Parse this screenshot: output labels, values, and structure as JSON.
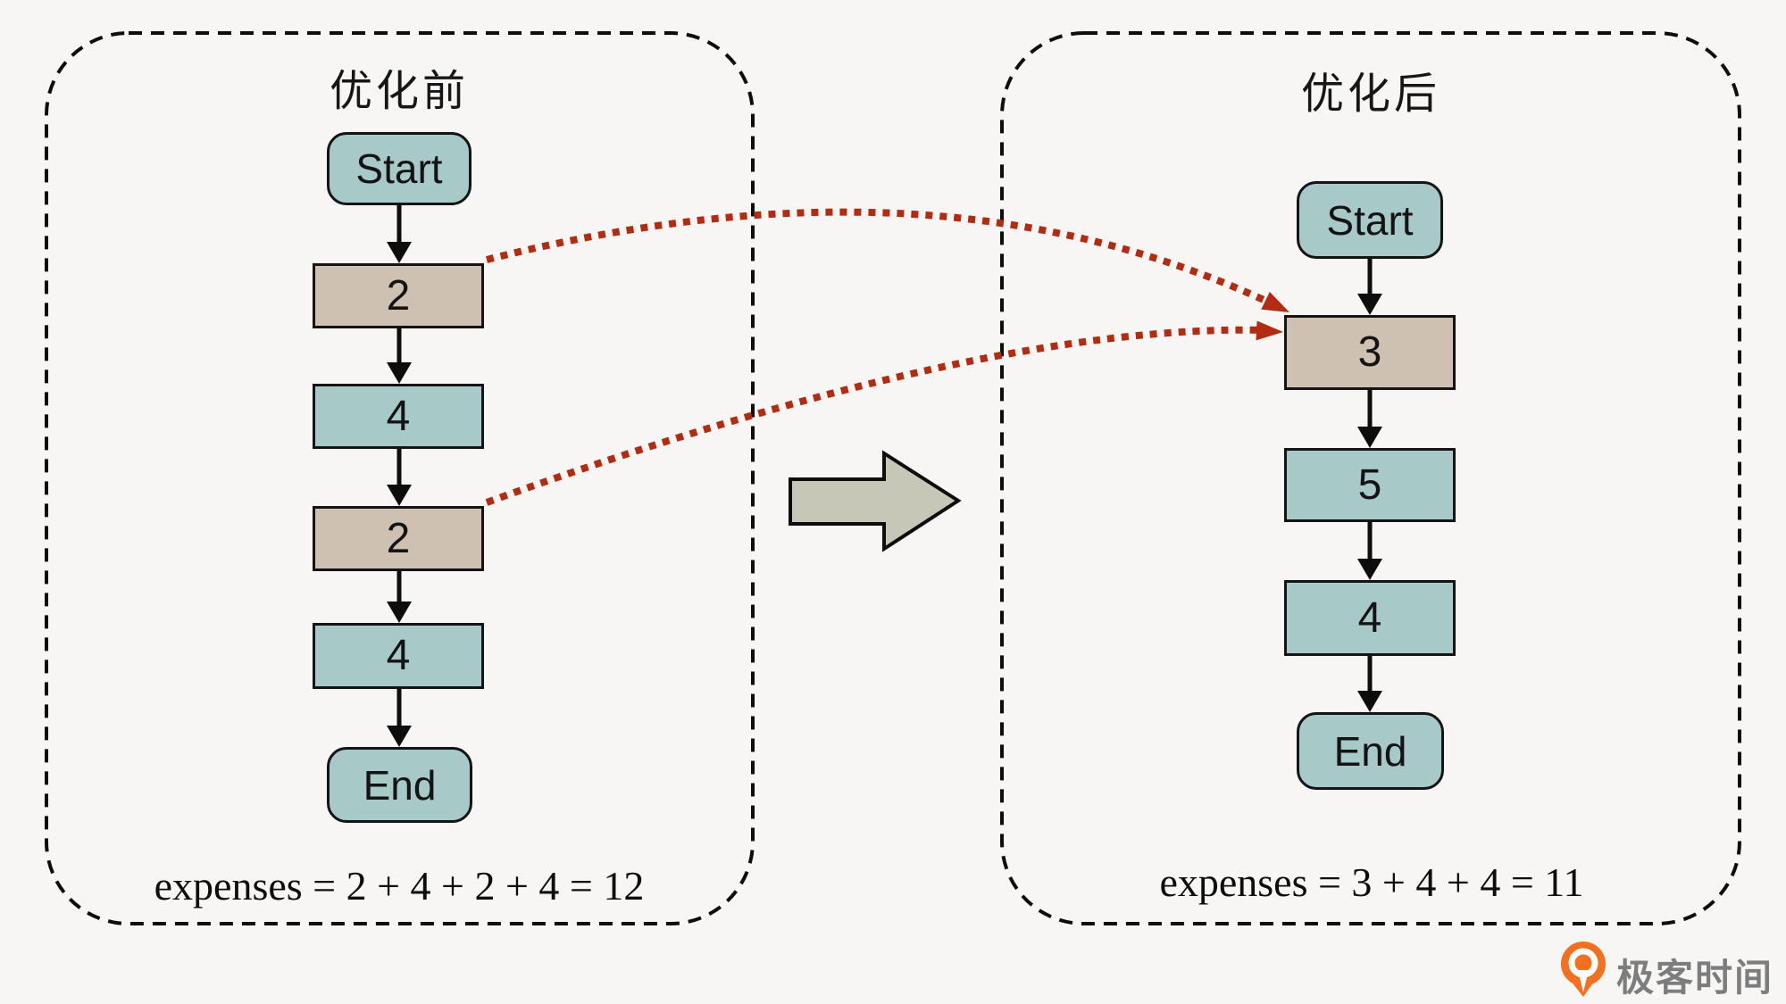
{
  "colors": {
    "bg": "#f7f6f5",
    "line": "#111111",
    "teal": "#a7c9c8",
    "tan": "#cfc1b1",
    "red": "#b32b10",
    "arrow-fill": "#c6c7b7",
    "logo-orange": "#f3701f",
    "logo-gray": "#7d7d7d"
  },
  "panels": [
    {
      "title": "优化前",
      "nodes": [
        {
          "label": "Start",
          "type": "terminal"
        },
        {
          "label": "2",
          "type": "cost-highlight"
        },
        {
          "label": "4",
          "type": "cost"
        },
        {
          "label": "2",
          "type": "cost-highlight"
        },
        {
          "label": "4",
          "type": "cost"
        },
        {
          "label": "End",
          "type": "terminal"
        }
      ],
      "expense": "expenses = 2 + 4 + 2 + 4 = 12"
    },
    {
      "title": "优化后",
      "nodes": [
        {
          "label": "Start",
          "type": "terminal"
        },
        {
          "label": "3",
          "type": "cost-highlight"
        },
        {
          "label": "5",
          "type": "cost"
        },
        {
          "label": "4",
          "type": "cost"
        },
        {
          "label": "End",
          "type": "terminal"
        }
      ],
      "expense": "expenses = 3 + 4 + 4 = 11"
    }
  ],
  "logo": {
    "icon": "geektime-logo-icon",
    "text": "极客时间"
  }
}
